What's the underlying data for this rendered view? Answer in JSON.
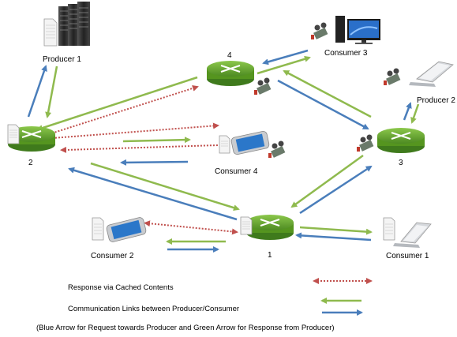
{
  "nodes": {
    "producer1": "Producer 1",
    "producer2": "Producer 2",
    "consumer1": "Consumer 1",
    "consumer2": "Consumer 2",
    "consumer3": "Consumer 3",
    "consumer4": "Consumer 4",
    "router1": "1",
    "router2": "2",
    "router3": "3",
    "router4": "4"
  },
  "legend": {
    "cached": "Response via Cached Contents",
    "links": "Communication Links between Producer/Consumer",
    "note": "(Blue Arrow for Request towards Producer and Green Arrow for Response from Producer)"
  },
  "colors": {
    "request": "#4a7ebb",
    "response": "#8fba4e",
    "cached": "#c0504d",
    "router": "#6aa632"
  },
  "icons": [
    "router-icon",
    "server-icon",
    "desktop-icon",
    "laptop-icon",
    "phone-icon",
    "document-icon",
    "camera-icon"
  ]
}
